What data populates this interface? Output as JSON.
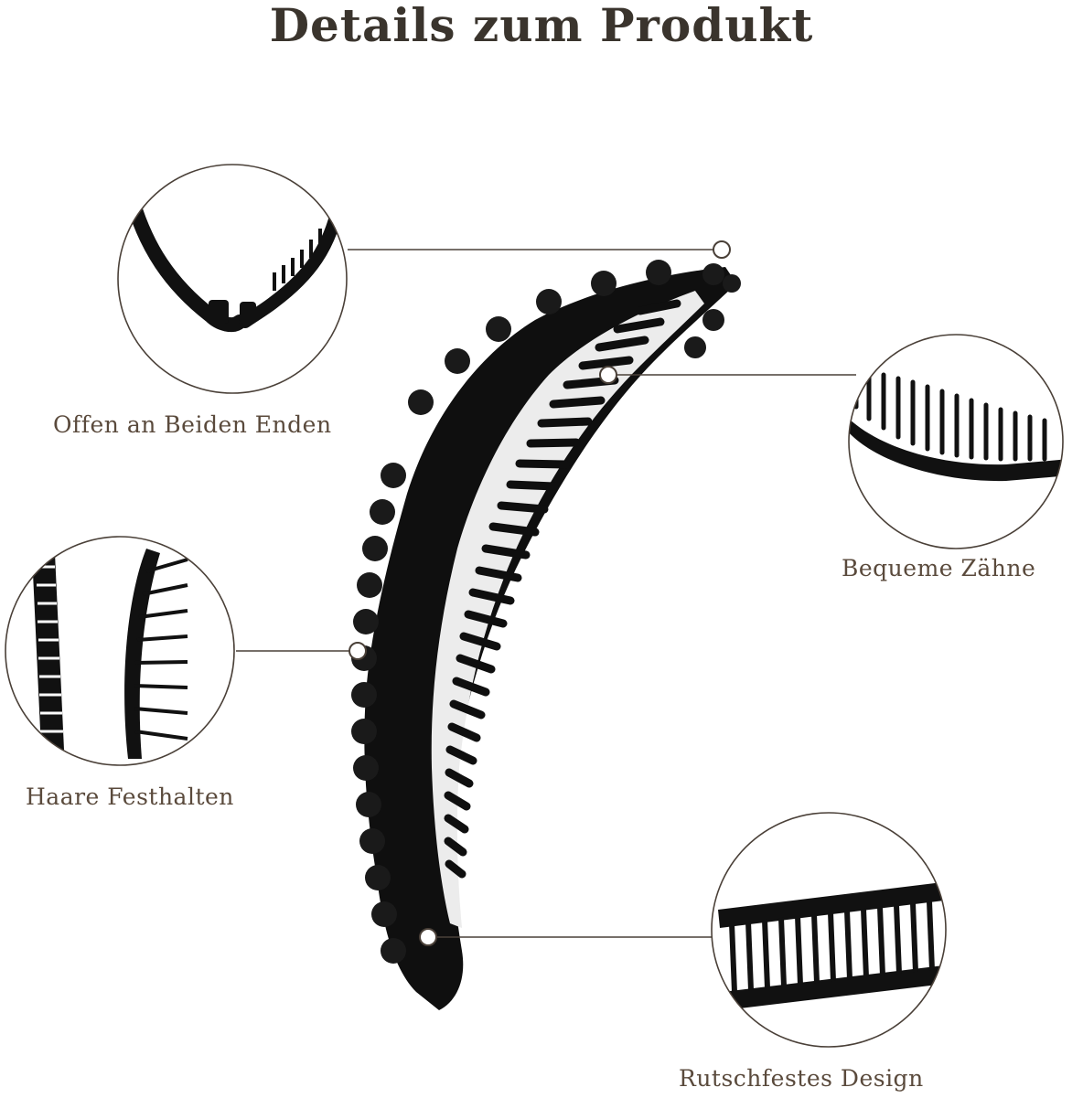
{
  "title": "Details zum Produkt",
  "features": [
    {
      "label": "Offen an Beiden Enden",
      "icon": "open-ends-detail"
    },
    {
      "label": "Bequeme Zähne",
      "icon": "comb-teeth-detail"
    },
    {
      "label": "Haare Festhalten",
      "icon": "hair-holding-detail"
    },
    {
      "label": "Rutschfestes Design",
      "icon": "non-slip-detail"
    }
  ],
  "colors": {
    "text": "#3a342d",
    "label": "#5a4a3c",
    "line": "#4a4038",
    "product": "#111111"
  }
}
